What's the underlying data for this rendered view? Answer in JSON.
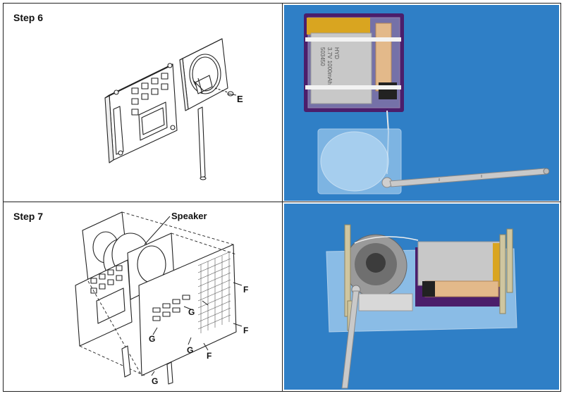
{
  "steps": [
    {
      "label": "Step 6",
      "callouts": [
        "E"
      ],
      "photo_caption_visible": false
    },
    {
      "label": "Step 7",
      "callouts": [
        "Speaker",
        "F",
        "F",
        "F",
        "G",
        "G",
        "G",
        "G"
      ]
    }
  ],
  "colors": {
    "photo_background": "#2f7fc6",
    "pcb_purple": "#4b1e6b",
    "battery_gold": "#d9a520",
    "battery_silver": "#c8c8c8"
  },
  "battery_text": {
    "model": "503450",
    "spec": "3.7V 1000mAh",
    "brand": "HYD"
  }
}
